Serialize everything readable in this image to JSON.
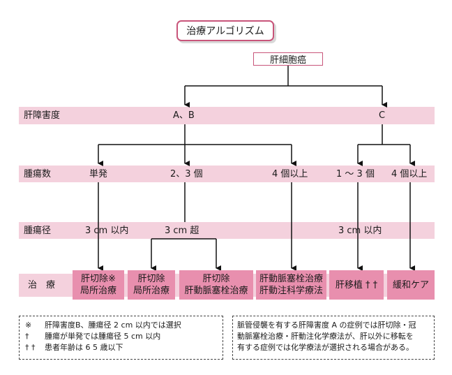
{
  "title": "治療アルゴリズム",
  "root": "肝細胞癌",
  "rows": {
    "liver_damage": {
      "label": "肝障害度",
      "ab": "A、B",
      "c": "C"
    },
    "tumor_count": {
      "label": "腫瘍数",
      "single": "単発",
      "two_three": "2、3 個",
      "four_plus": "4 個以上",
      "one_three": "1 〜 3 個",
      "four_plus_c": "4 個以上"
    },
    "tumor_size": {
      "label": "腫瘍径",
      "within3": "3 cm 以内",
      "over3": "3 cm 超",
      "within3_c": "3 cm 以内"
    },
    "treatment": {
      "label": "治　療"
    }
  },
  "treatments": {
    "t1": {
      "line1": "肝切除※",
      "line2": "局所治療"
    },
    "t2": {
      "line1": "肝切除",
      "line2": "局所治療"
    },
    "t3": {
      "line1": "肝切除",
      "line2": "肝動脈塞栓治療"
    },
    "t4": {
      "line1": "肝動脈塞栓治療",
      "line2": "肝動注科学療法"
    },
    "t5": {
      "line1": "肝移植 † †"
    },
    "t6": {
      "line1": "緩和ケア"
    }
  },
  "notes_left": [
    {
      "symbol": "※",
      "text": "肝障害度B、腫瘍径 2 cm 以内では選択"
    },
    {
      "symbol": "†",
      "text": "腫瘍が単発では腫瘍径 5 cm 以内"
    },
    {
      "symbol": "† †",
      "text": "患者年齢は 6 5 歳以下"
    }
  ],
  "notes_right": {
    "line1": "脈管侵襲を有する肝障害度 A の症例では肝切除・冠",
    "line2": "動脈塞栓治療・肝動注化学療法が、肝以外に移転を",
    "line3": "有する症例では化学療法が選択される場合がある。"
  },
  "colors": {
    "accent": "#c8557a",
    "band": "#f4d1dd",
    "box": "#e88fae"
  }
}
